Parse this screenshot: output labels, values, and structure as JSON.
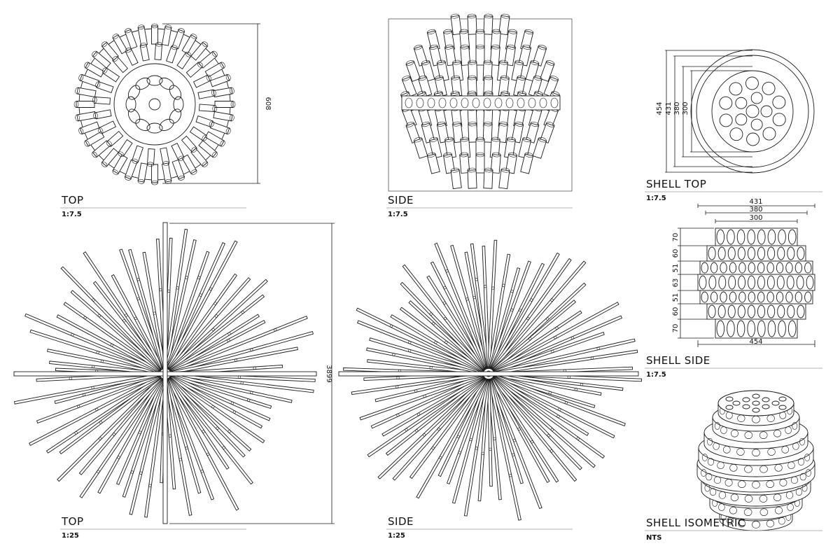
{
  "views": {
    "top_small": {
      "title": "TOP",
      "scale": "1:7.5"
    },
    "side_small": {
      "title": "SIDE",
      "scale": "1:7.5"
    },
    "shell_top": {
      "title": "SHELL  TOP",
      "scale": "1:7.5"
    },
    "shell_side": {
      "title": "SHELL  SIDE",
      "scale": "1:7.5"
    },
    "top_large": {
      "title": "TOP",
      "scale": "1:25"
    },
    "side_large": {
      "title": "SIDE",
      "scale": "1:25"
    },
    "shell_iso": {
      "title": "SHELL  ISOMETRIC",
      "scale": "NTS"
    }
  },
  "dimensions": {
    "top_small_height": "608",
    "top_large_height": "3899",
    "shell_top_outer": "454",
    "shell_top_d431": "431",
    "shell_top_d380": "380",
    "shell_top_d300": "300",
    "shell_side_top_431": "431",
    "shell_side_top_380": "380",
    "shell_side_top_300": "300",
    "shell_side_bottom_454": "454",
    "shell_side_tiers": [
      "70",
      "60",
      "51",
      "63",
      "51",
      "60",
      "70"
    ]
  }
}
